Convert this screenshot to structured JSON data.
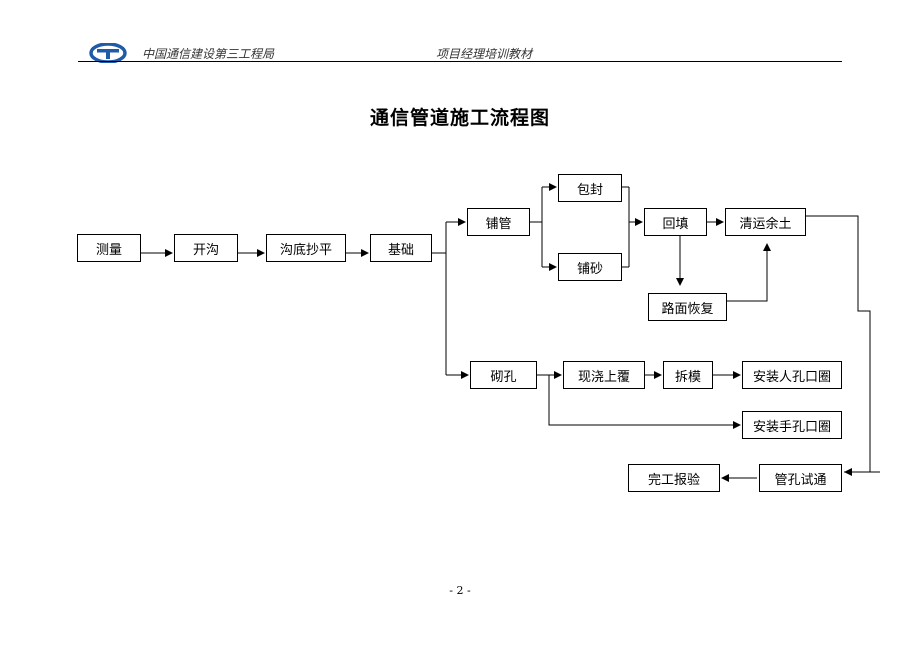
{
  "header": {
    "org_name": "中国通信建设第三工程局",
    "doc_name": "项目经理培训教材",
    "logo_color": "#1e5ba8"
  },
  "title": "通信管道施工流程图",
  "nodes": {
    "celiang": "测量",
    "kaigou": "开沟",
    "goudi": "沟底抄平",
    "jichu": "基础",
    "puguan": "铺管",
    "baofeng": "包封",
    "pusha": "铺砂",
    "huitian": "回填",
    "qingyun": "清运余土",
    "lumian": "路面恢复",
    "qikong": "砌孔",
    "xianjiao": "现浇上覆",
    "chaimo": "拆模",
    "renkong": "安装人孔口圈",
    "shoukong": "安装手孔口圈",
    "guankong": "管孔试通",
    "wangong": "完工报验"
  },
  "page_number": "- 2 -"
}
